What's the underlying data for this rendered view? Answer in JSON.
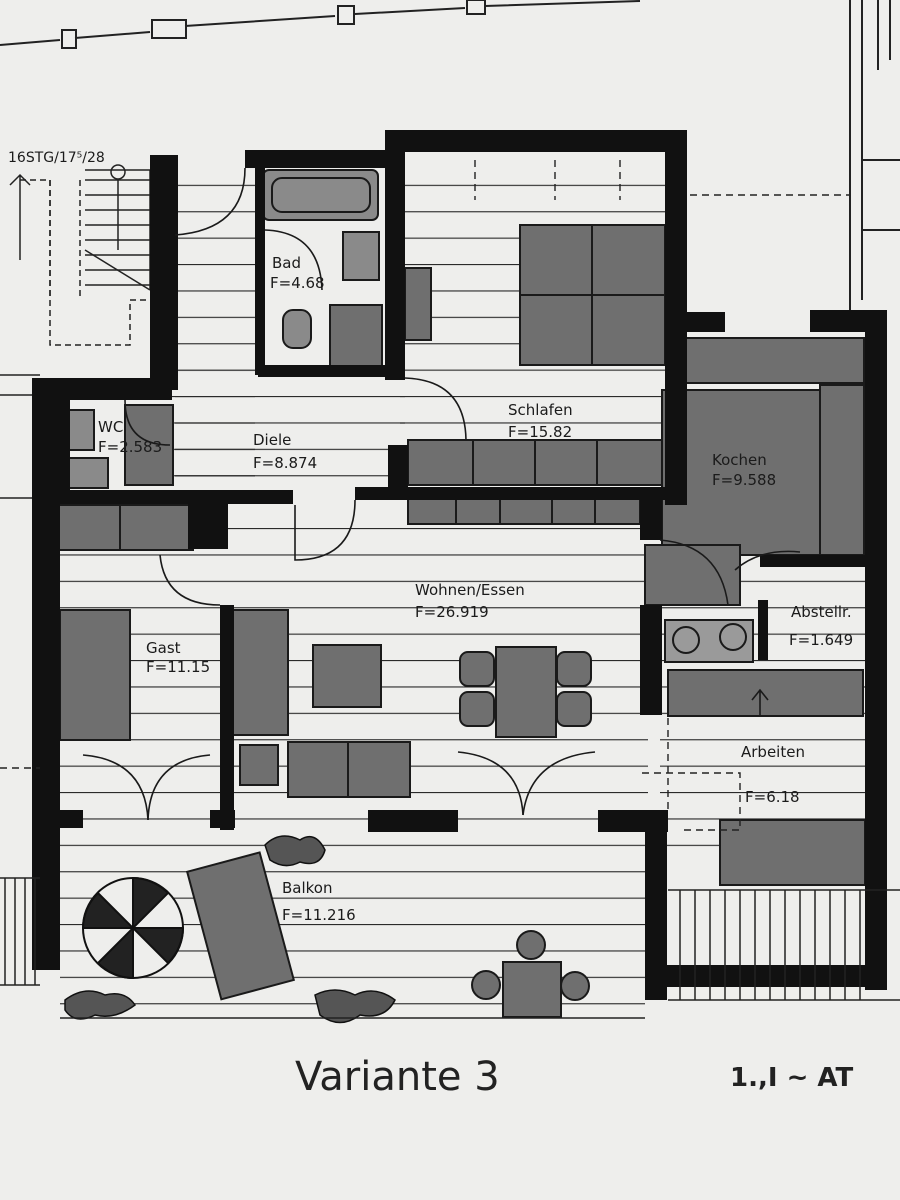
{
  "stair_note": "16STG/17⁵/28",
  "title": "Variante 3",
  "corner_text": "1.,I ~ AT",
  "rooms": {
    "bad": {
      "name": "Bad",
      "area": "F=4.68"
    },
    "wc": {
      "name": "WC",
      "area": "F=2.583"
    },
    "diele": {
      "name": "Diele",
      "area": "F=8.874"
    },
    "schlafen": {
      "name": "Schlafen",
      "area": "F=15.82"
    },
    "kochen": {
      "name": "Kochen",
      "area": "F=9.588"
    },
    "wohnen": {
      "name": "Wohnen/Essen",
      "area": "F=26.919"
    },
    "abstell": {
      "name": "Abstellr.",
      "area": "F=1.649"
    },
    "gast": {
      "name": "Gast",
      "area": "F=11.15"
    },
    "arbeiten": {
      "name": "Arbeiten",
      "area": "F=6.18"
    },
    "balkon": {
      "name": "Balkon",
      "area": "F=11.216"
    }
  },
  "colors": {
    "wall": "#111111",
    "furniture": "#6f6f6f",
    "paper": "#eeeeec",
    "line": "#2a2a2a"
  }
}
